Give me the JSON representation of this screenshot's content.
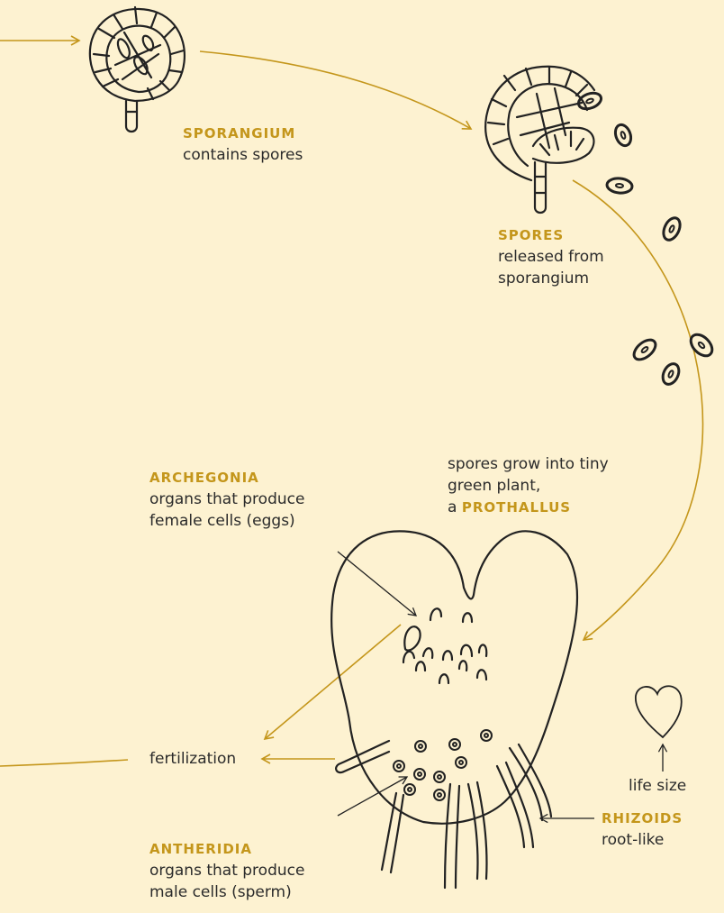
{
  "colors": {
    "background": "#fdf2d1",
    "accent": "#c4961b",
    "ink": "#222222",
    "text": "#2b2b2b"
  },
  "labels": {
    "sporangium": {
      "term": "SPORANGIUM",
      "desc": "contains spores"
    },
    "spores": {
      "term": "SPORES",
      "desc1": "released from",
      "desc2": "sporangium"
    },
    "prothallus": {
      "line1": "spores grow into tiny",
      "line2": "green plant,",
      "prefix": "a",
      "term": "PROTHALLUS"
    },
    "archegonia": {
      "term": "ARCHEGONIA",
      "desc1": "organs that produce",
      "desc2": "female cells (eggs)"
    },
    "antheridia": {
      "term": "ANTHERIDIA",
      "desc1": "organs that produce",
      "desc2": "male cells (sperm)"
    },
    "rhizoids": {
      "term": "RHIZOIDS",
      "desc": "root-like"
    },
    "fertilization": "fertilization",
    "life_size": "life size"
  },
  "icons": [
    "sporangium-drawing",
    "open-sporangium-drawing",
    "spore-icon",
    "prothallus-drawing",
    "heart-shape-icon",
    "up-arrow-icon"
  ]
}
